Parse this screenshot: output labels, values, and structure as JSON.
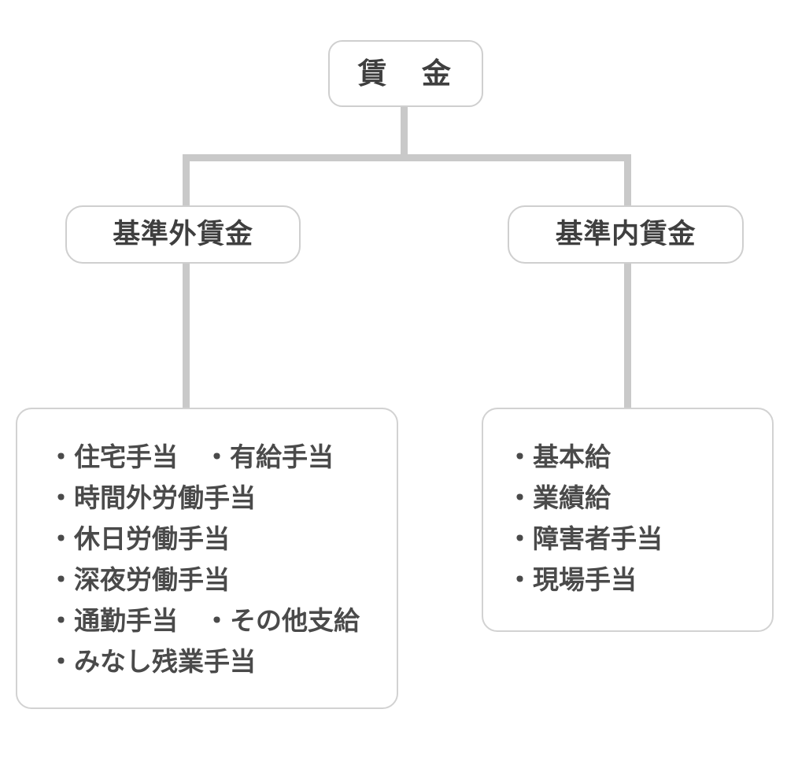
{
  "diagram": {
    "title_node": {
      "label": "賃　金"
    },
    "branches": [
      {
        "label": "基準外賃金"
      },
      {
        "label": "基準内賃金"
      }
    ],
    "lists": {
      "non_standard": {
        "items": [
          "・住宅手当　・有給手当",
          "・時間外労働手当",
          "・休日労働手当",
          "・深夜労働手当",
          "・通勤手当　・その他支給",
          "・みなし残業手当"
        ]
      },
      "standard": {
        "items": [
          "・基本給",
          "・業績給",
          "・障害者手当",
          "・現場手当"
        ]
      }
    },
    "colors": {
      "box_border": "#cfcfcf",
      "connector": "#c9c9c9",
      "text": "#3f3f3f",
      "list_text": "#4a4a4a",
      "background": "#ffffff"
    }
  }
}
